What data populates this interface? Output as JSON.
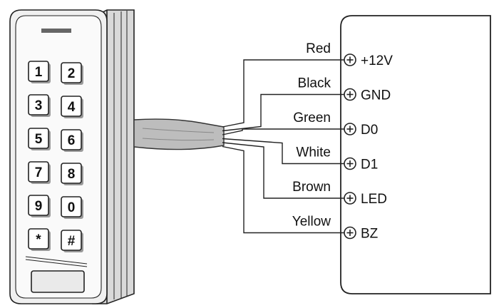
{
  "keypad": {
    "keys": [
      "1",
      "2",
      "3",
      "4",
      "5",
      "6",
      "7",
      "8",
      "9",
      "0",
      "*",
      "#"
    ]
  },
  "wiring": [
    {
      "wire": "Red",
      "terminal": "+12V"
    },
    {
      "wire": "Black",
      "terminal": "GND"
    },
    {
      "wire": "Green",
      "terminal": "D0"
    },
    {
      "wire": "White",
      "terminal": "D1"
    },
    {
      "wire": "Brown",
      "terminal": "LED"
    },
    {
      "wire": "Yellow",
      "terminal": "BZ"
    }
  ]
}
